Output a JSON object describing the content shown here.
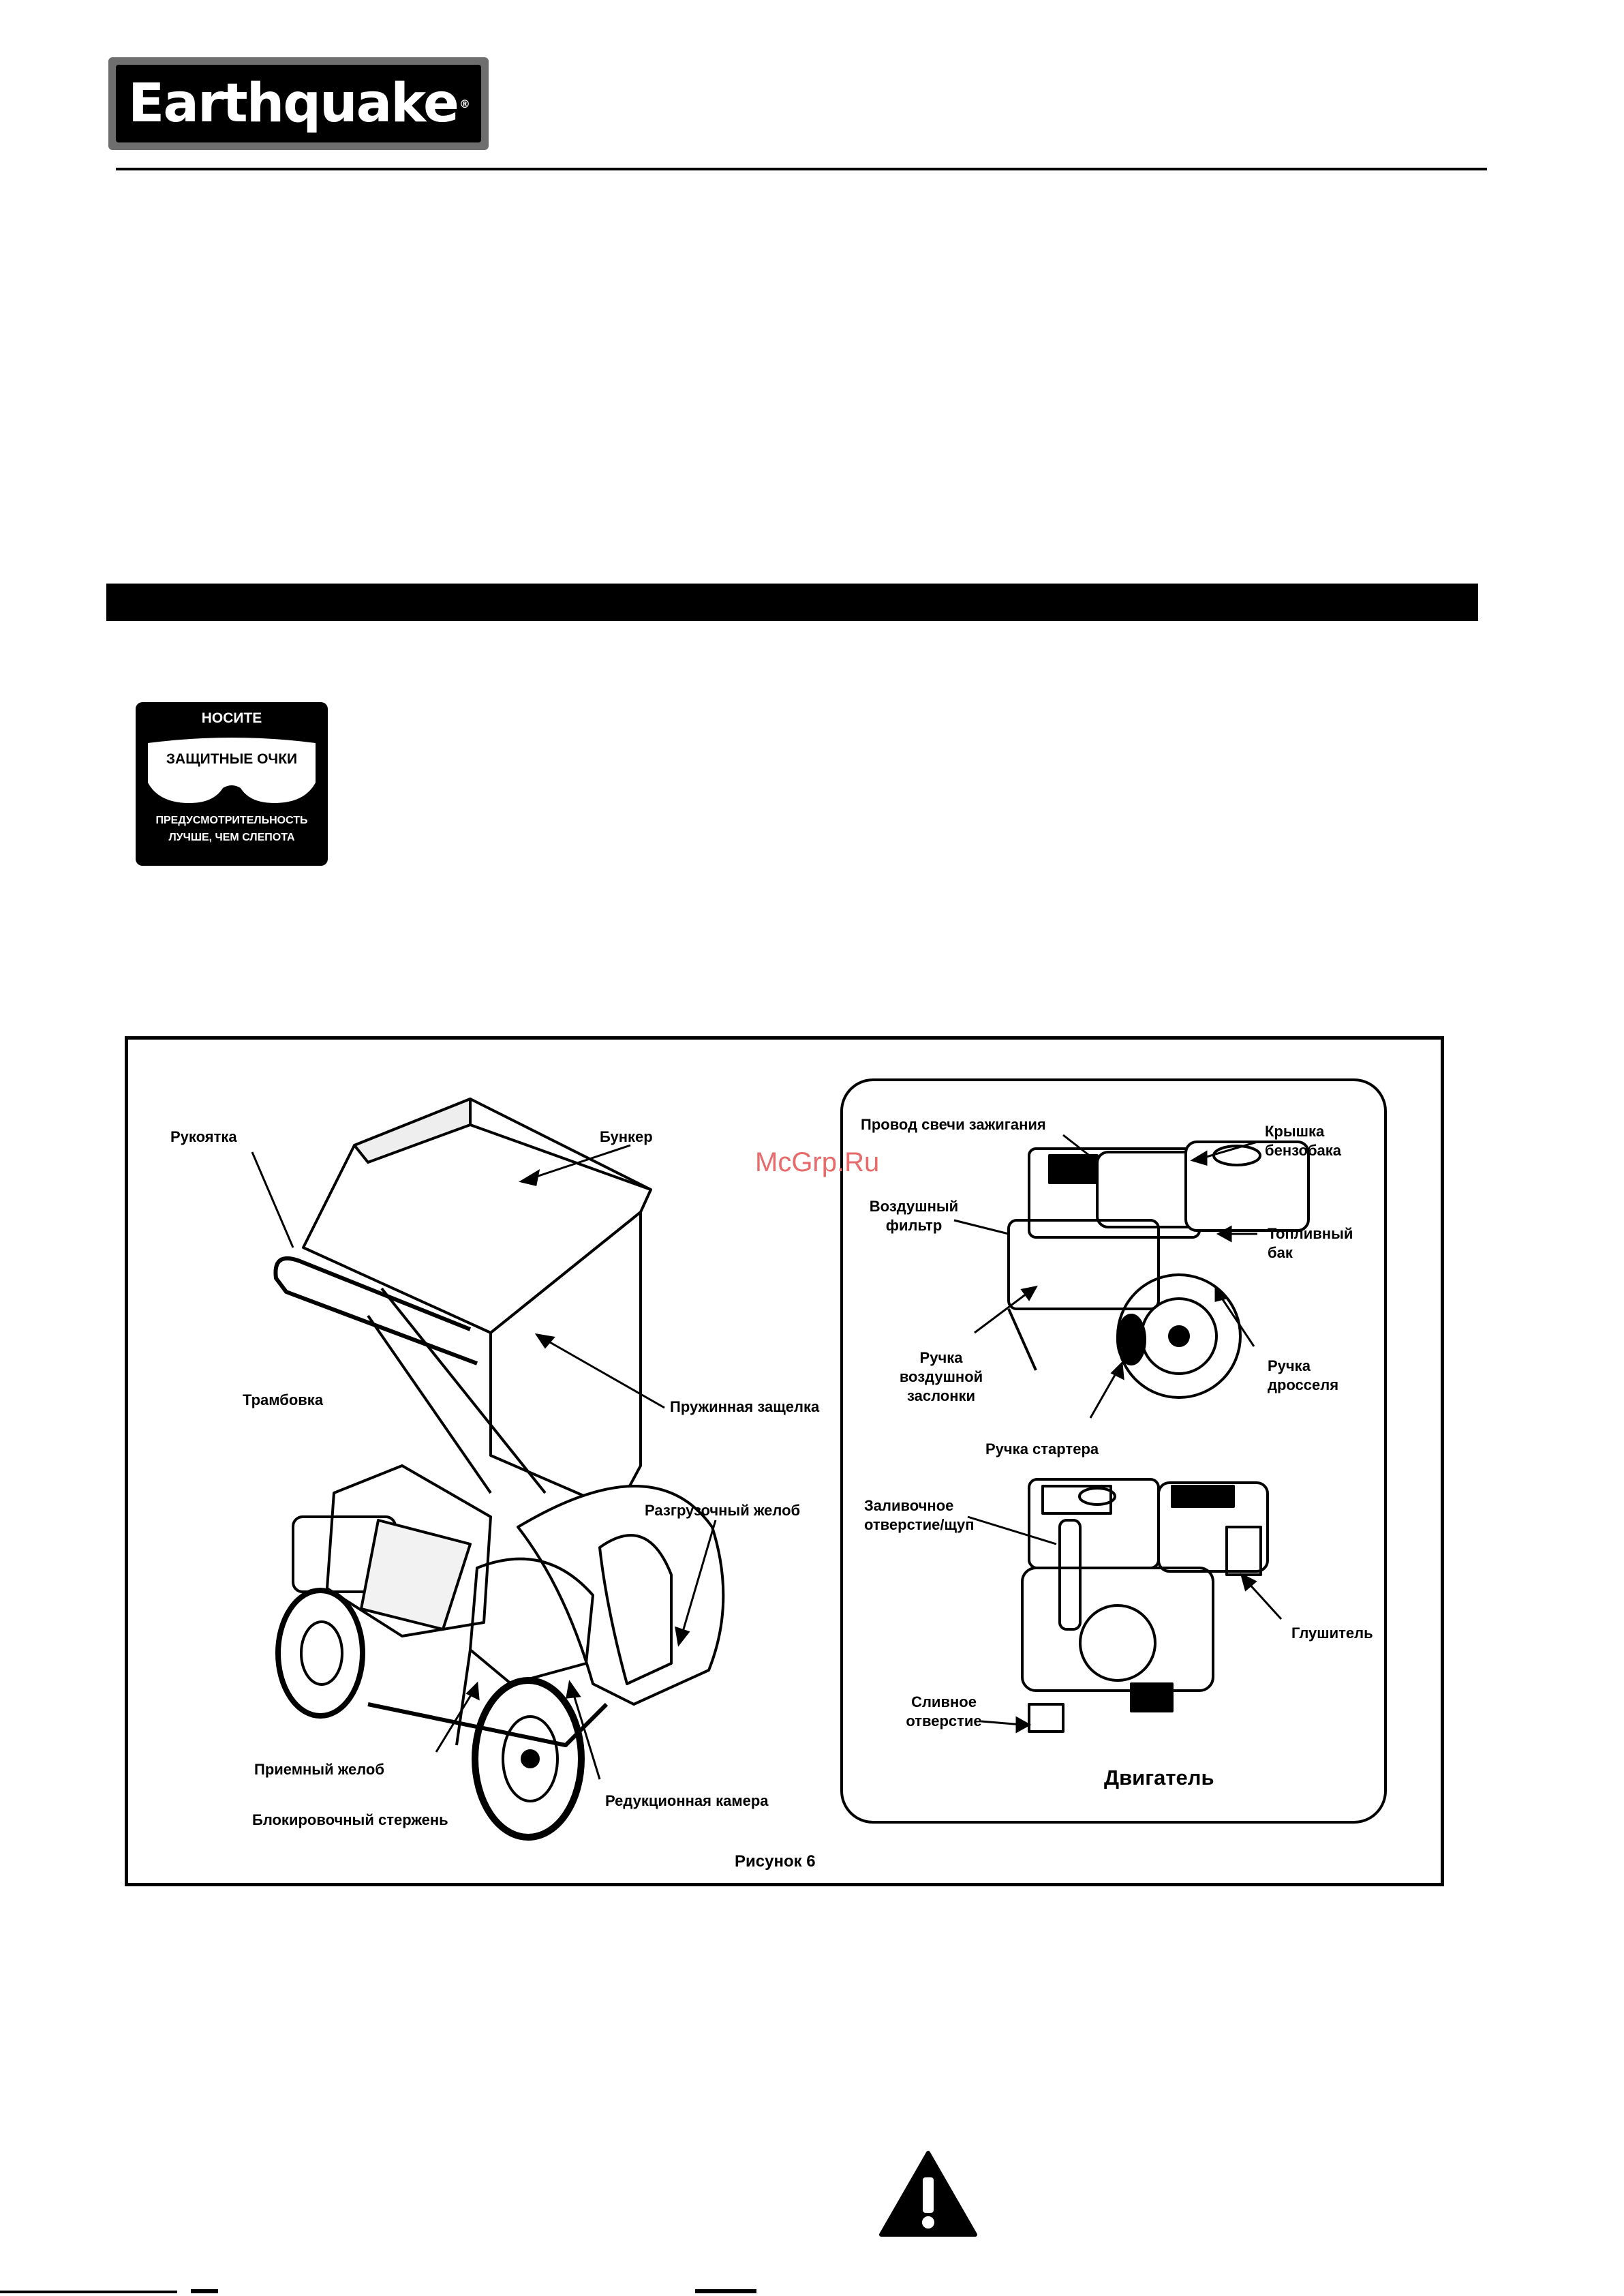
{
  "header": {
    "brand": "Earthquake",
    "registered": "®"
  },
  "goggles_sign": {
    "line1": "НОСИТЕ",
    "line2": "ЗАЩИТНЫЕ ОЧКИ",
    "line3": "ПРЕДУСМОТРИТЕЛЬНОСТЬ",
    "line4": "ЛУЧШЕ, ЧЕМ СЛЕПОТА"
  },
  "watermark": "McGrp.Ru",
  "figure": {
    "caption": "Рисунок 6",
    "chipper_labels": {
      "handle": "Рукоятка",
      "hopper": "Бункер",
      "spring_latch": "Пружинная защелка",
      "tamper": "Трамбовка",
      "discharge_chute": "Разгрузочный желоб",
      "feed_chute": "Приемный желоб",
      "lock_rod": "Блокировочный стержень",
      "reduction_chamber": "Редукционная камера"
    },
    "engine_labels": {
      "spark_plug_wire": "Провод свечи зажигания",
      "fuel_cap": "Крышка\nбензобака",
      "air_filter": "Воздушный\nфильтр",
      "fuel_tank": "Топливный\nбак",
      "choke_lever": "Ручка\nвоздушной\nзаслонки",
      "throttle_lever": "Ручка\nдросселя",
      "starter_handle": "Ручка стартера",
      "oil_fill": "Заливочное\nотверстие/щуп",
      "muffler": "Глушитель",
      "drain": "Сливное\nотверстие",
      "engine_caption": "Двигатель"
    }
  }
}
